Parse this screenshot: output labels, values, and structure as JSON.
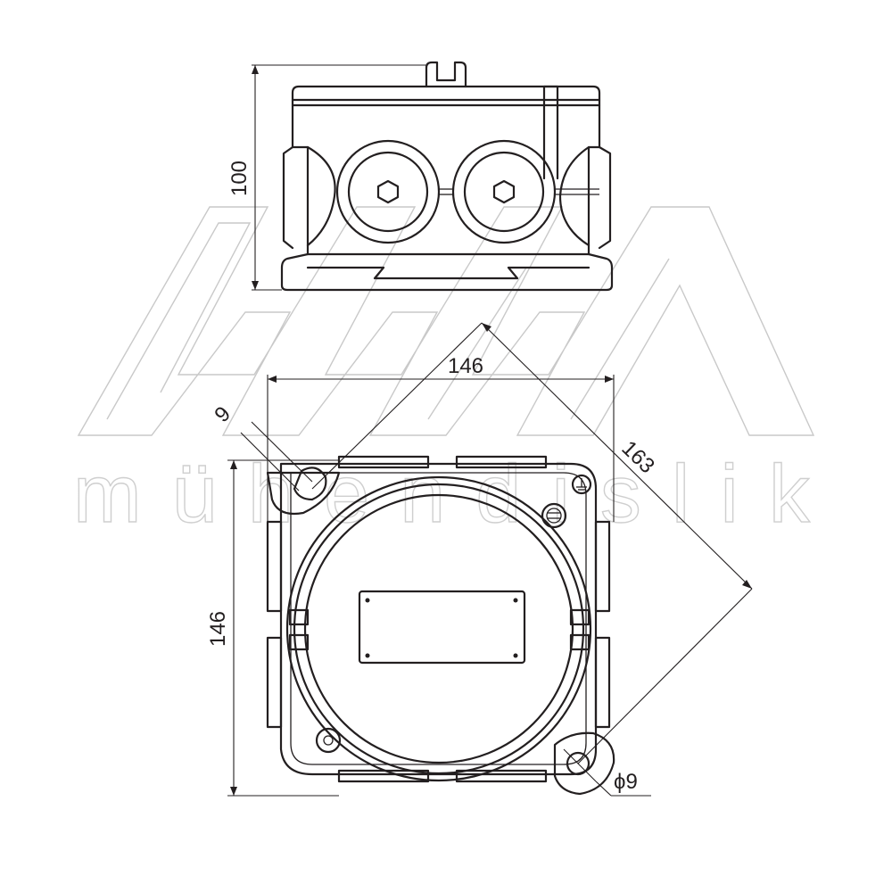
{
  "watermark": {
    "text": "mühendislik"
  },
  "dimensions": {
    "side_height": "100",
    "top_width": "146",
    "left_height": "146",
    "diagonal": "163",
    "slot_width": "9",
    "hole_diameter": "ϕ9"
  }
}
